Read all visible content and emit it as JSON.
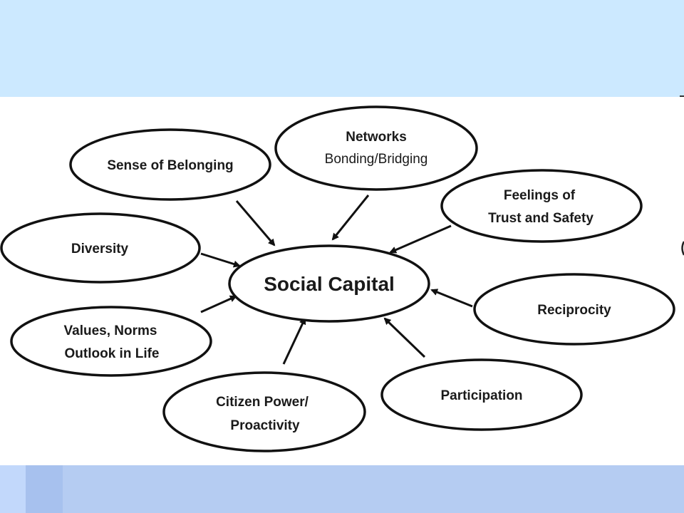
{
  "center": {
    "label": "Social Capital"
  },
  "nodes": [
    {
      "id": "sense-of-belonging",
      "lines": [
        "Sense of Belonging"
      ]
    },
    {
      "id": "networks",
      "lines": [
        "Networks",
        "Bonding/Bridging"
      ]
    },
    {
      "id": "feelings-of-trust",
      "lines": [
        "Feelings of",
        "Trust and Safety"
      ]
    },
    {
      "id": "diversity",
      "lines": [
        "Diversity"
      ]
    },
    {
      "id": "reciprocity",
      "lines": [
        "Reciprocity"
      ]
    },
    {
      "id": "values-norms",
      "lines": [
        "Values, Norms",
        "Outlook in Life"
      ]
    },
    {
      "id": "citizen-power",
      "lines": [
        "Citizen Power/",
        "Proactivity"
      ]
    },
    {
      "id": "participation",
      "lines": [
        "Participation"
      ]
    }
  ],
  "colors": {
    "top_band": "#cce9ff",
    "bottom_band": "#b5ccf2",
    "outline": "#111111"
  }
}
